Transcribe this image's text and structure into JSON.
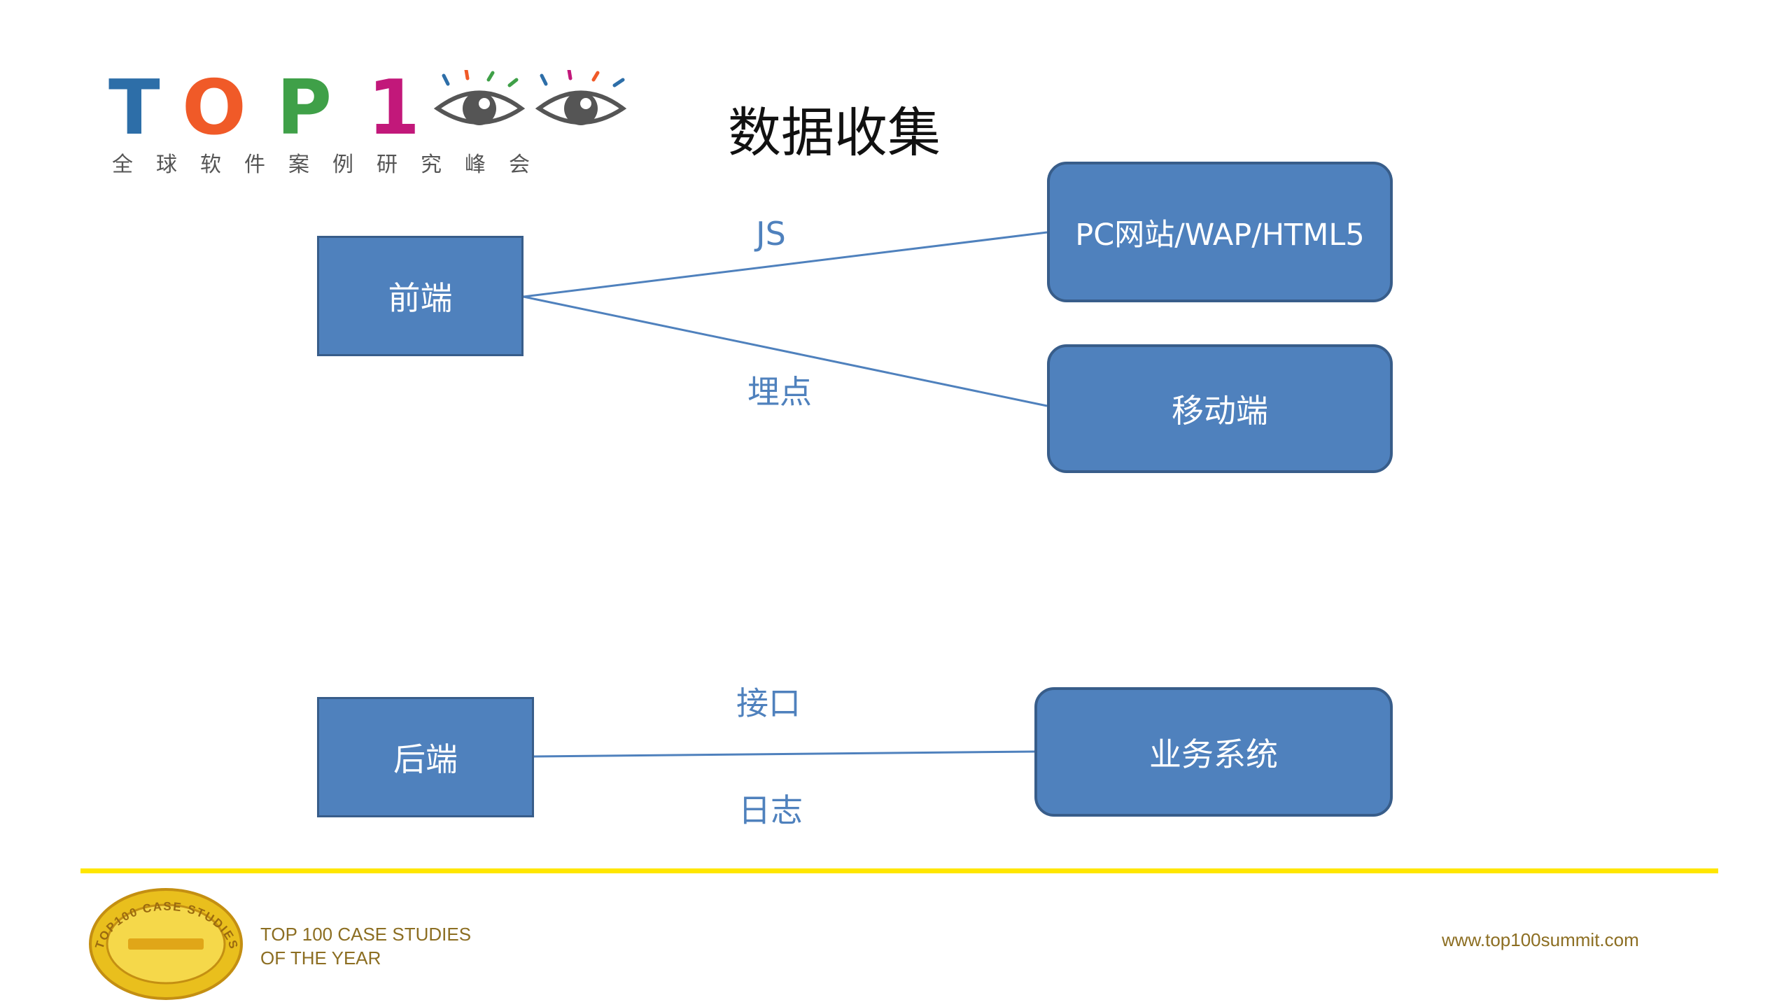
{
  "logo": {
    "letters": [
      "T",
      "O",
      "P",
      "1"
    ],
    "letter_colors": [
      "#2d6ea8",
      "#f05a28",
      "#3fa048",
      "#c2187a"
    ],
    "eye_color": "#555555",
    "subtitle": "全球软件案例研究峰会"
  },
  "slide": {
    "title": "数据收集"
  },
  "nodes": {
    "frontend": "前端",
    "pc_web": "PC网站/WAP/HTML5",
    "mobile": "移动端",
    "backend": "后端",
    "business": "业务系统"
  },
  "edge_labels": {
    "js": "JS",
    "tracking": "埋点",
    "interface": "接口",
    "log": "日志"
  },
  "colors": {
    "box_fill": "#4f81bd",
    "box_border": "#385d8a",
    "arrow": "#4f81bd",
    "footer_line": "#ffe600",
    "footer_text": "#8c6e22"
  },
  "footer": {
    "badge_text": "TOP100 CASE STUDIES IN IT",
    "line1": "TOP 100 CASE STUDIES",
    "line2": "OF THE YEAR",
    "url": "www.top100summit.com"
  }
}
